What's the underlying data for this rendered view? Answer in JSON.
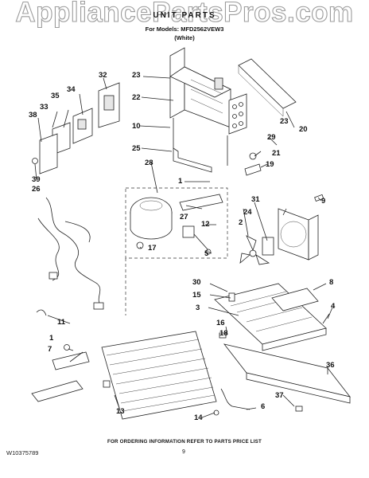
{
  "watermark": "AppliancePartsPros.com",
  "header": {
    "title": "UNIT PARTS",
    "models_line": "For Models: MFD2562VEW3",
    "color_line": "(White)"
  },
  "callouts": [
    "1",
    "1",
    "2",
    "3",
    "4",
    "5",
    "6",
    "7",
    "8",
    "9",
    "10",
    "11",
    "12",
    "13",
    "14",
    "15",
    "16",
    "17",
    "18",
    "19",
    "20",
    "21",
    "22",
    "23",
    "23",
    "24",
    "25",
    "26",
    "27",
    "28",
    "29",
    "30",
    "31",
    "32",
    "33",
    "34",
    "35",
    "36",
    "37",
    "38",
    "39"
  ],
  "footer": {
    "note": "FOR ORDERING INFORMATION REFER TO PARTS PRICE LIST",
    "page_number": "9",
    "document_number": "W10375789"
  }
}
